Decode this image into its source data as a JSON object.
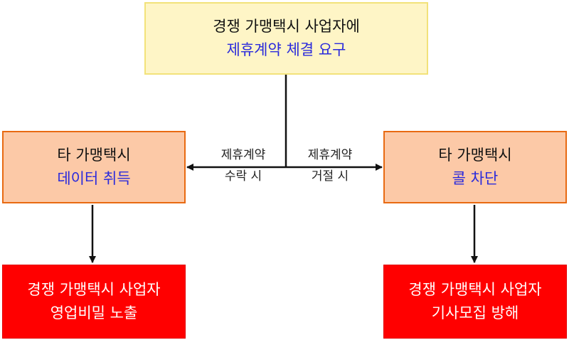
{
  "nodes": {
    "top": {
      "line1": "경쟁 가맹택시 사업자에",
      "line2": "제휴계약 체결 요구"
    },
    "left": {
      "line1": "타 가맹택시",
      "line2": "데이터 취득"
    },
    "right": {
      "line1": "타 가맹택시",
      "line2": "콜 차단"
    },
    "bottom_left": {
      "line1": "경쟁 가맹택시 사업자",
      "line2": "영업비밀 노출"
    },
    "bottom_right": {
      "line1": "경쟁 가맹택시 사업자",
      "line2": "기사모집 방해"
    }
  },
  "edges": {
    "accept": {
      "line1": "제휴계약",
      "line2": "수락 시"
    },
    "reject": {
      "line1": "제휴계약",
      "line2": "거절 시"
    }
  },
  "colors": {
    "top_fill": "#fef5c6",
    "top_border": "#f2e27a",
    "mid_fill": "#fcc9a7",
    "mid_border": "#e86a12",
    "bottom_fill": "#ff0000",
    "highlight_text": "#2a2adc",
    "connector": "#111111"
  }
}
